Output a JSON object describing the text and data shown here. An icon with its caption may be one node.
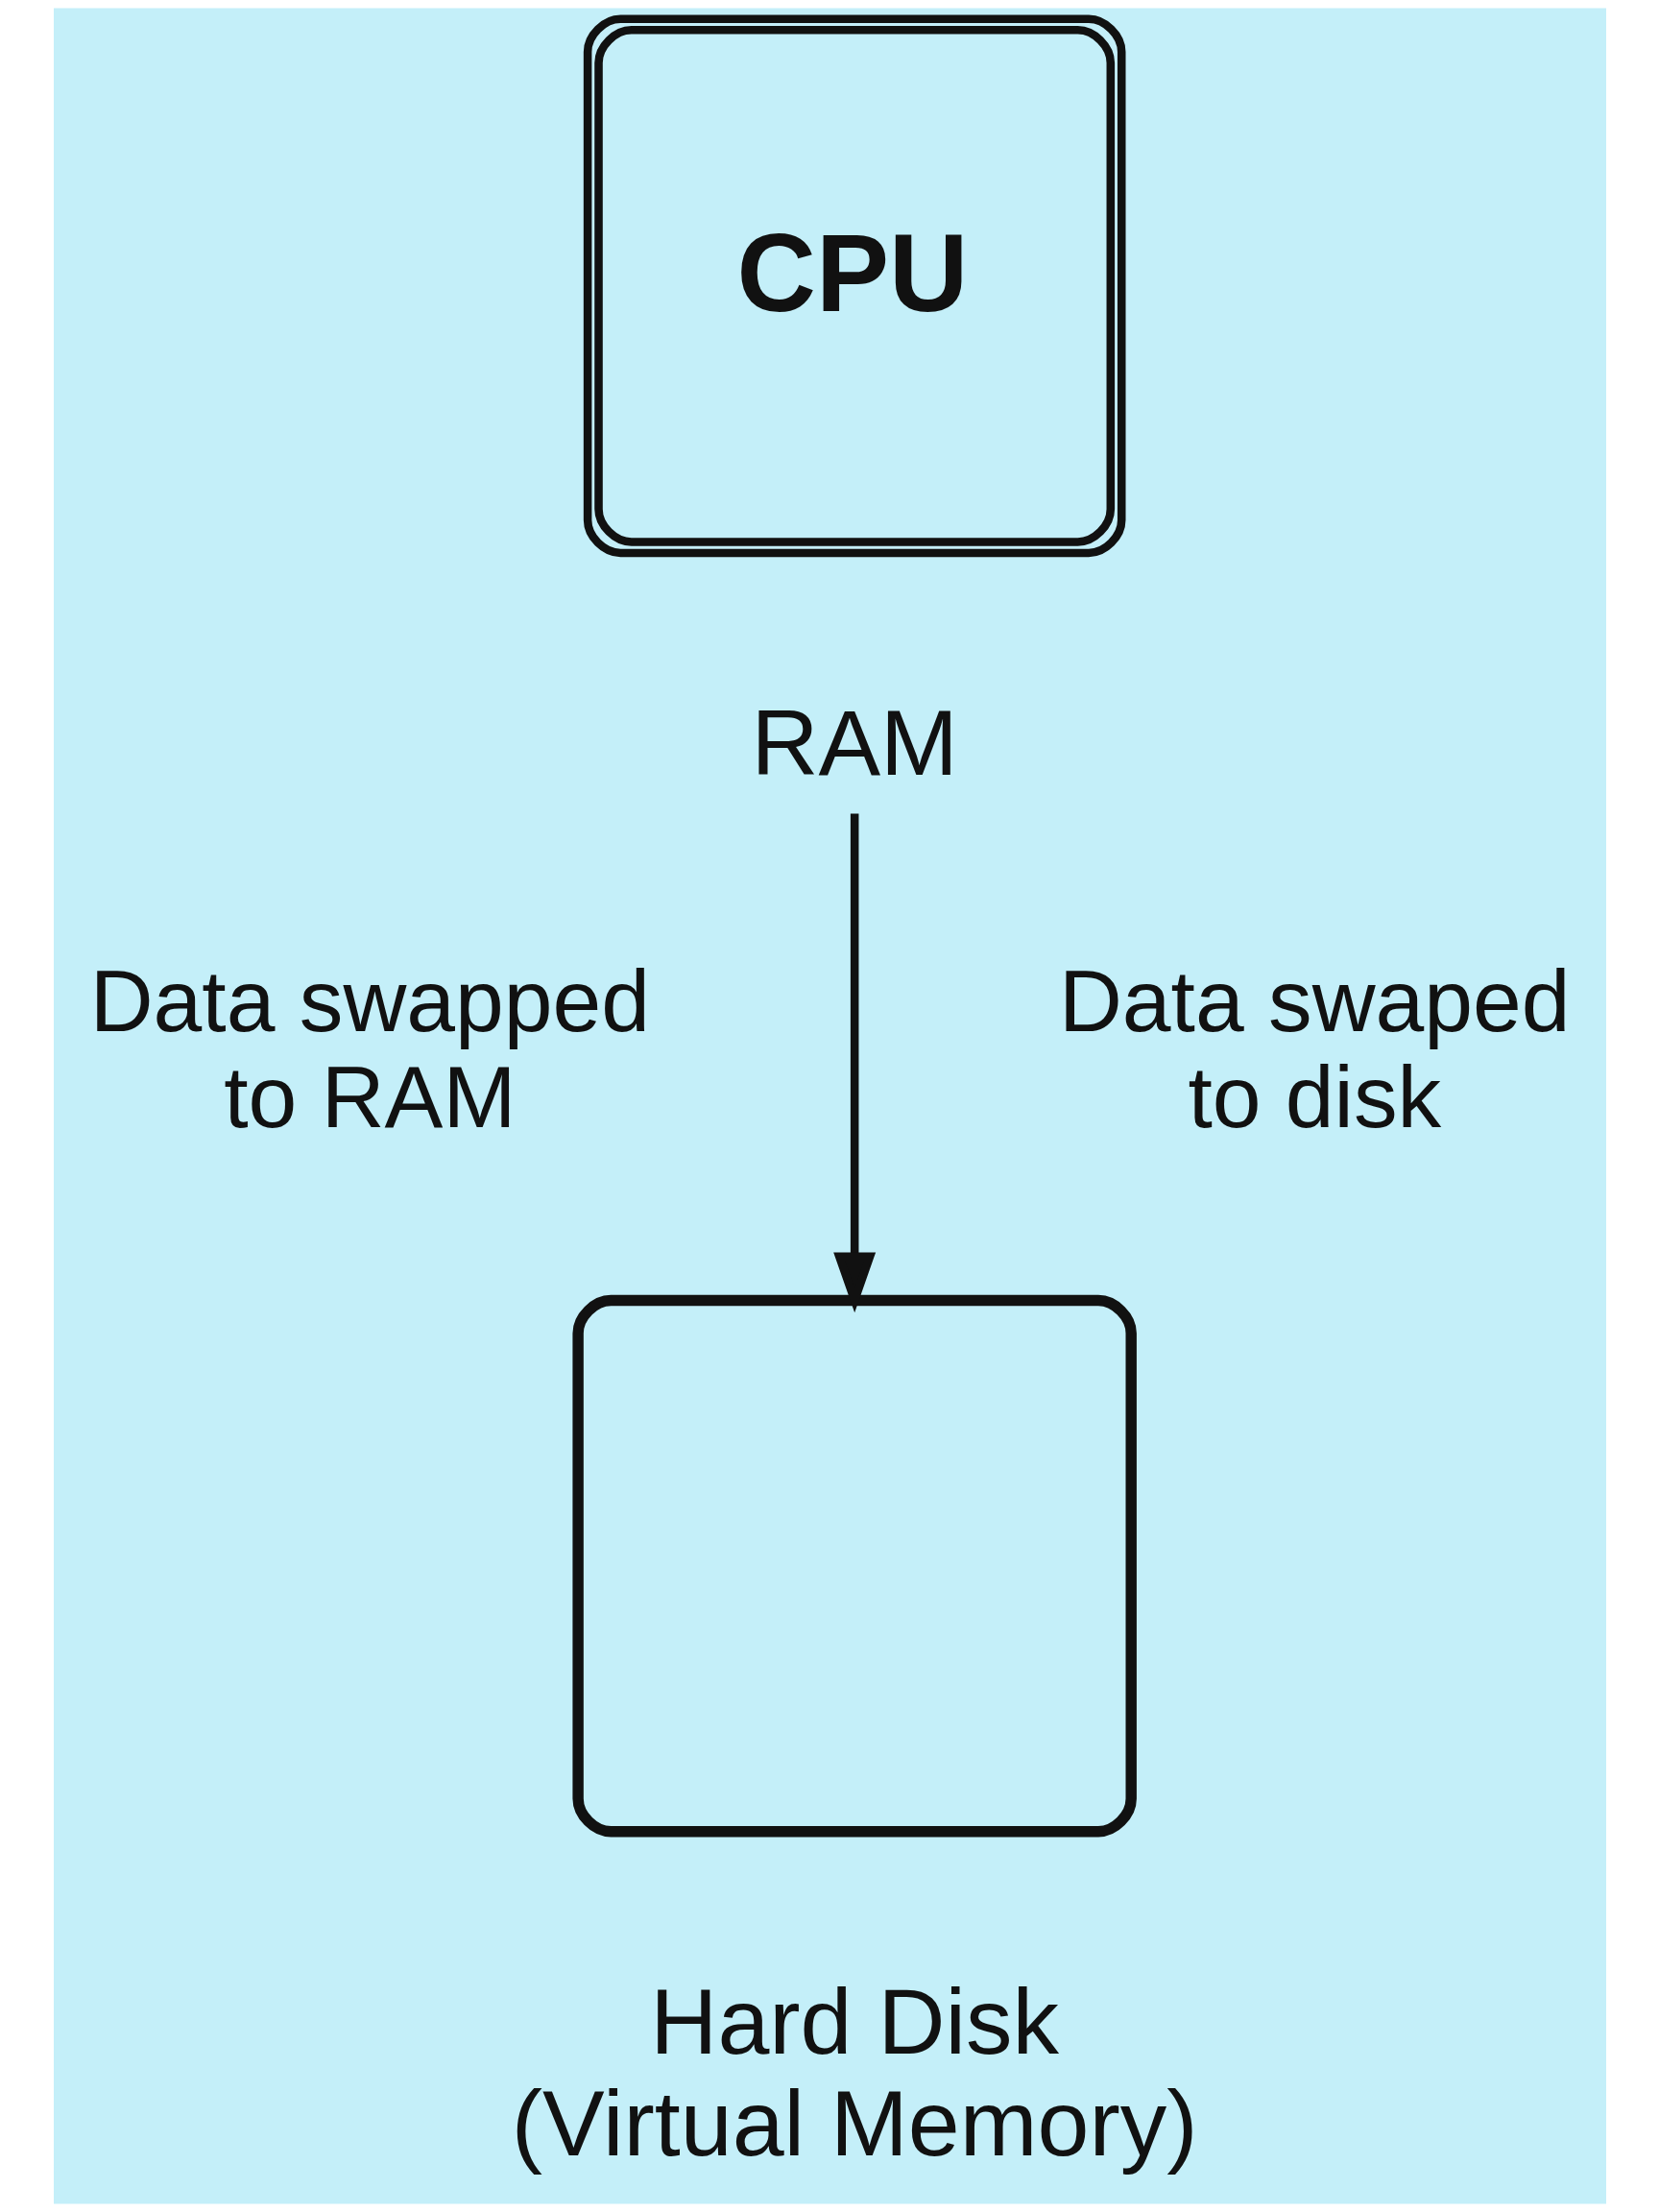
{
  "diagram": {
    "nodes": [
      {
        "text": [
          "CPU"
        ]
      },
      {
        "text": [
          "RAM"
        ]
      },
      {
        "text": [],
        "shape": "box",
        "beside": [
          "Hard Disk (Virtual Memory)"
        ]
      }
    ],
    "edges": [
      {
        "from": 1,
        "to": 2,
        "arrow": "to"
      }
    ],
    "labels": [
      "Data swapped to RAM",
      "Data swaped to disk"
    ]
  }
}
